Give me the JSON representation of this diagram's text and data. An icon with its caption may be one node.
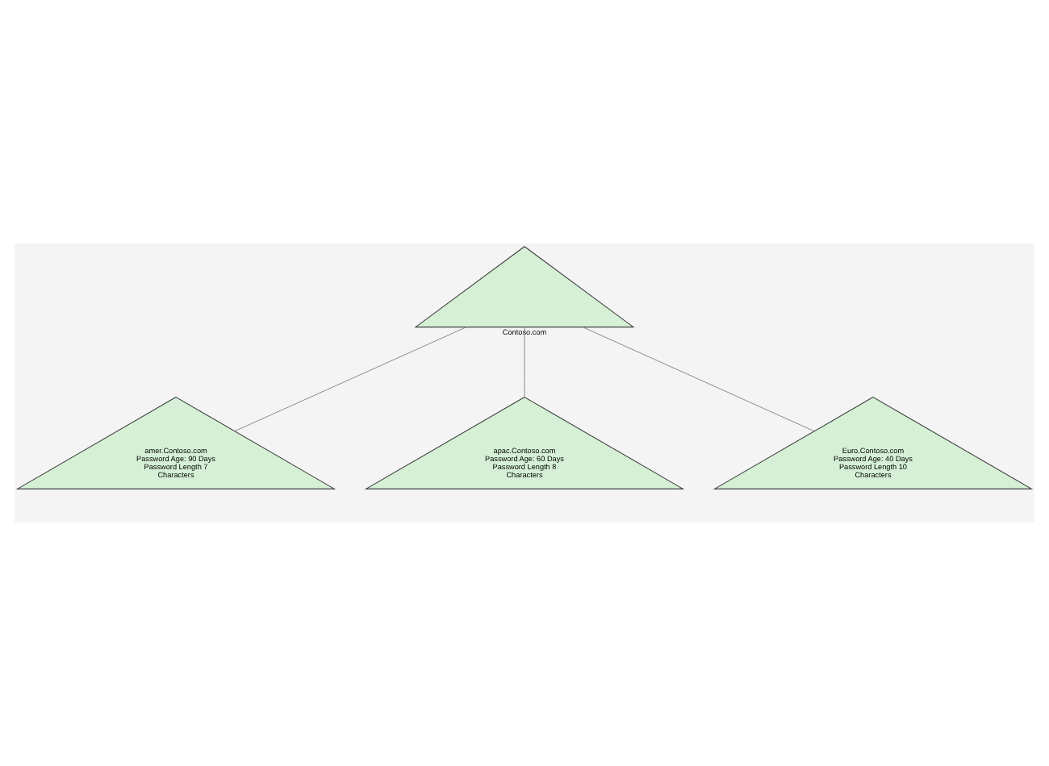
{
  "diagram": {
    "nodes": [
      {
        "text": [
          "Contoso.com"
        ]
      },
      {
        "text": [
          "amer.Contoso.com Password Age: 90 Days Password Length 7 Characters"
        ]
      },
      {
        "text": [
          "apac.Contoso.com Password Age: 60 Days Password Length 8 Characters"
        ]
      },
      {
        "text": [
          "Euro.Contoso.com Password Age: 40 Days Password Length 10 Characters"
        ]
      }
    ],
    "edges": [
      {
        "from": 0,
        "to": 1,
        "arrow": "none"
      },
      {
        "from": 0,
        "to": 2,
        "arrow": "none"
      },
      {
        "from": 0,
        "to": 3,
        "arrow": "none"
      }
    ]
  }
}
